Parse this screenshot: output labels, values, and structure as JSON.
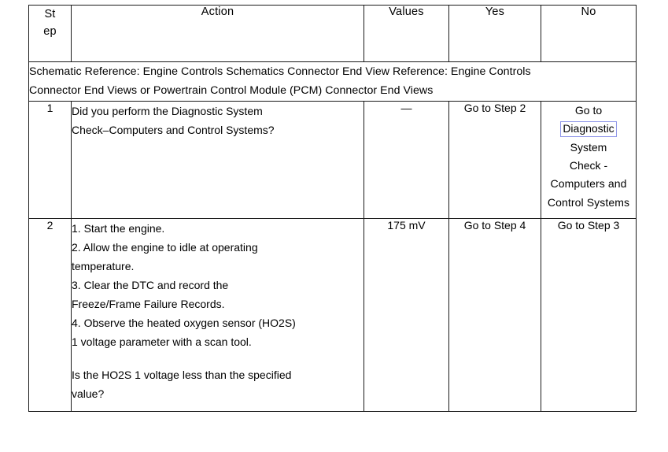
{
  "table": {
    "columns": [
      {
        "key": "step",
        "label_line1": "St",
        "label_line2": "ep"
      },
      {
        "key": "action",
        "label": "Action"
      },
      {
        "key": "values",
        "label": "Values"
      },
      {
        "key": "yes",
        "label": "Yes"
      },
      {
        "key": "no",
        "label": "No"
      }
    ],
    "schematic_note": {
      "line1": "Schematic Reference: Engine Controls Schematics Connector End View Reference: Engine Controls",
      "line2": "Connector End Views or Powertrain Control Module (PCM) Connector End Views"
    },
    "rows": [
      {
        "step": "1",
        "action_lines": [
          "Did you perform the Diagnostic System",
          "Check–Computers and Control Systems?"
        ],
        "values": "—",
        "yes": "Go to Step 2",
        "no_lines": [
          "Go to",
          "Diagnostic",
          "System",
          "Check -",
          "Computers  and",
          "Control Systems"
        ],
        "no_boxed_line_index": 1
      },
      {
        "step": "2",
        "action_lines": [
          "1.   Start the engine.",
          "2.   Allow the engine to idle at operating",
          "temperature.",
          "3.   Clear the DTC and record the",
          "Freeze/Frame Failure Records.",
          "4.   Observe the heated oxygen sensor (HO2S)",
          "1 voltage parameter with a scan tool.",
          "",
          " Is the HO2S 1 voltage less than the specified",
          "value?"
        ],
        "values": "175 mV",
        "yes": "Go to Step 4",
        "no": "Go to Step 3"
      }
    ]
  },
  "colors": {
    "border": "#1a1a1a",
    "highlight_box_border": "#8f96e8",
    "text": "#000000",
    "background": "#ffffff"
  }
}
